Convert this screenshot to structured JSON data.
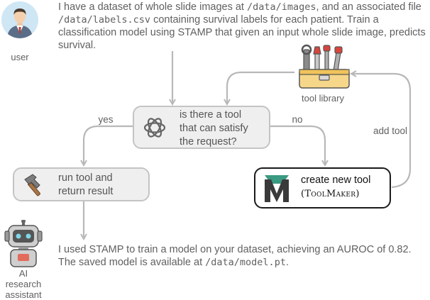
{
  "user": {
    "label": "user",
    "request": {
      "p1": "I have a dataset of whole slide images at ",
      "c1": "/data/images",
      "p2": ", and an associated file ",
      "c2": "/data/labels.csv",
      "p3": " containing survival labels for each patient. Train a classification model using STAMP that given an input whole slide image, predicts survival."
    }
  },
  "tool_library": {
    "label": "tool library"
  },
  "decision": {
    "line1": "is there a tool",
    "line2": "that can satisfy",
    "line3": "the request?"
  },
  "edges": {
    "yes": "yes",
    "no": "no",
    "add_tool": "add tool"
  },
  "run_tool": {
    "line1": "run tool and",
    "line2": "return result"
  },
  "create_tool": {
    "line1": "create new tool",
    "line2_open": "(",
    "line2_name": "ToolMaker",
    "line2_close": ")"
  },
  "assistant": {
    "label_line1": "AI research",
    "label_line2": "assistant",
    "response": {
      "p1": "I used STAMP to train a model on your dataset, achieving an AUROC of 0.82. The saved model is available at ",
      "c1": "/data/model.pt",
      "p2": "."
    }
  },
  "colors": {
    "box_fill": "#efefef",
    "box_border": "#c4c4c4",
    "arrow": "#b8b8b8",
    "dark_border": "#1a1a1a",
    "logo_dark": "#3a3a3a",
    "logo_green": "#3a9a82",
    "toolbox_fill": "#f6d78a"
  }
}
